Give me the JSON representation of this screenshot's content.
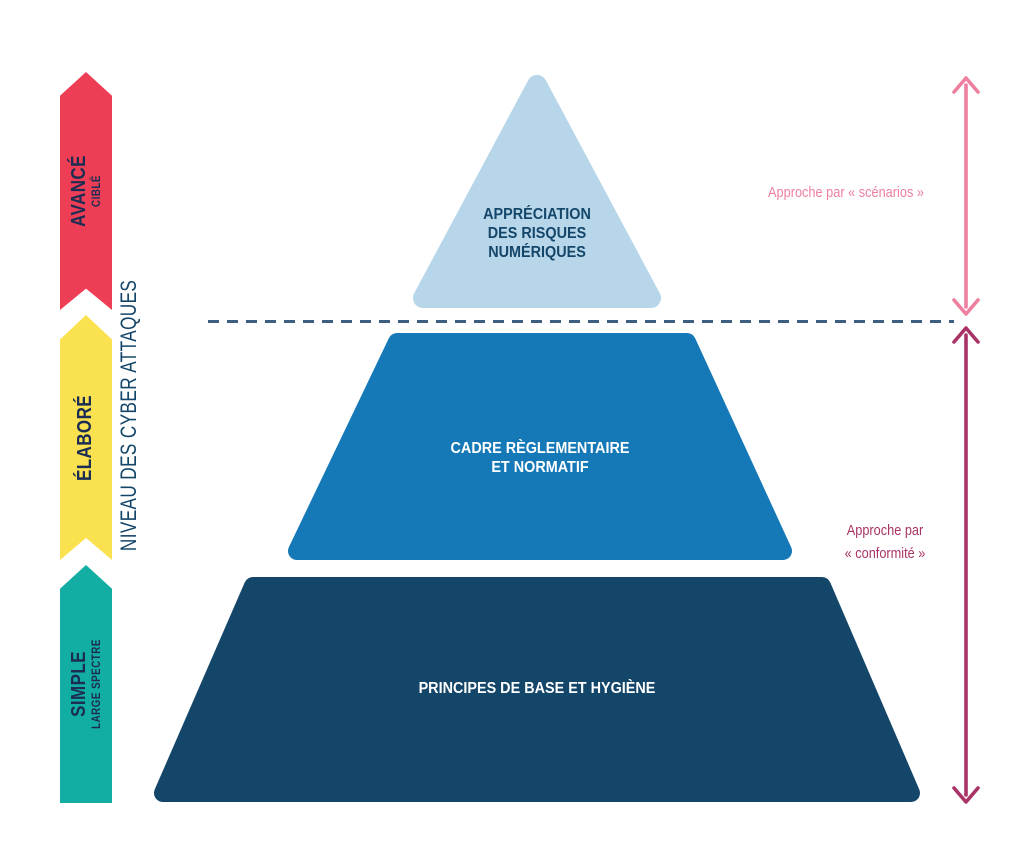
{
  "axis": {
    "label": "NIVEAU DES CYBER ATTAQUES",
    "text_color": "#14466A",
    "levels": [
      {
        "id": "avance",
        "title": "AVANCÉ",
        "subtitle": "CIBLÉ",
        "color": "#EE3E56",
        "text_color": "#1B2D52"
      },
      {
        "id": "elabore",
        "title": "ÉLABORÉ",
        "subtitle": "",
        "color": "#FAE14F",
        "text_color": "#1B2D52"
      },
      {
        "id": "simple",
        "title": "SIMPLE",
        "subtitle": "LARGE SPECTRE",
        "color": "#12ADA3",
        "text_color": "#1B2D52"
      }
    ]
  },
  "pyramid": {
    "levels": [
      {
        "id": "appreciation",
        "lines": [
          "APPRÉCIATION",
          "DES RISQUES",
          "NUMÉRIQUES"
        ],
        "color": "#B7D6EA",
        "text_color": "#14466A"
      },
      {
        "id": "cadre",
        "lines": [
          "CADRE RÈGLEMENTAIRE",
          "ET NORMATIF"
        ],
        "color": "#1579B8",
        "text_color": "#FFFFFF"
      },
      {
        "id": "principes",
        "lines": [
          "PRINCIPES DE BASE ET HYGIÈNE"
        ],
        "color": "#14466A",
        "text_color": "#FFFFFF"
      }
    ]
  },
  "annotations": {
    "scenarios": {
      "label": "Approche par « scénarios »",
      "color": "#EE7F9E"
    },
    "conformity": {
      "lines": [
        "Approche par",
        "« conformité »"
      ],
      "color": "#A93366"
    }
  },
  "divider": {
    "color": "#3D5E7E",
    "style": "dashed"
  }
}
